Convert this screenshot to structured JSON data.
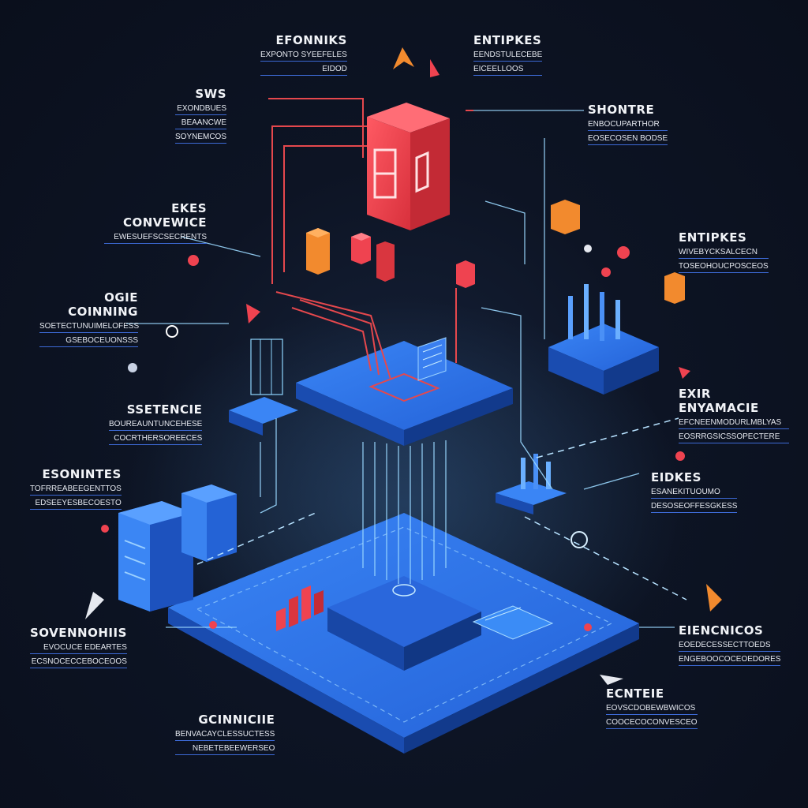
{
  "labels": [
    {
      "title": "EFONNIKS",
      "lines": [
        "EXPONTO SYEEFELES",
        "EIDOD"
      ]
    },
    {
      "title": "ENTIPKES",
      "lines": [
        "EENDSTULECEBE",
        "EICEELLOOS"
      ]
    },
    {
      "title": "SWS",
      "lines": [
        "EXONDBUES",
        "BEAANCWE",
        "SOYNEMCOS"
      ]
    },
    {
      "title": "SHONTRE",
      "lines": [
        "ENBOCUPARTHOR",
        "EOSECOSEN BODSE"
      ]
    },
    {
      "title": "EKES CONVEWICE",
      "lines": [
        "EWESUEFSCSECRENTS"
      ]
    },
    {
      "title": "ENTIPKES",
      "lines": [
        "WIVEBYCKSALCECN",
        "TOSEOHOUCPOSCEOS"
      ]
    },
    {
      "title": "OGIE COINNING",
      "lines": [
        "SOETECTUNUIMELOFESS",
        "GSEBOCEUONSSS"
      ]
    },
    {
      "title": "SSETENCIE",
      "lines": [
        "BOUREAUNTUNCEHESE",
        "COCRTHERSOREECES"
      ]
    },
    {
      "title": "EXIR ENYAMACIE",
      "lines": [
        "EFCNEENMODURLMBLYAS",
        "EOSRRGSICSSOPECTERE"
      ]
    },
    {
      "title": "ESONINTES",
      "lines": [
        "TOFRREABEEGENTTOS",
        "EDSEEYESBECOESTO"
      ]
    },
    {
      "title": "EIDKES",
      "lines": [
        "ESANEKITUOUMO",
        "DESOSEOFFESGKESS"
      ]
    },
    {
      "title": "SOVENNOHIIS",
      "lines": [
        "EVOCUCE EDEARTES",
        "ECSNOCECCEBOCEOOS"
      ]
    },
    {
      "title": "EIENCNICOS",
      "lines": [
        "EOEDECESSECTTOEDS",
        "ENGEBOOCOCEOEDORES"
      ]
    },
    {
      "title": "ECNTEIE",
      "lines": [
        "EOVSCDOBEWBWICOS",
        "COOCECOCONVESCEO"
      ]
    },
    {
      "title": "GCINNICIIE",
      "lines": [
        "BENVACAYCLESSUCTESS",
        "NEBETEBEEWERSEO"
      ]
    }
  ],
  "colors": {
    "background": "#0b1120",
    "platform_top": "#2f73e8",
    "platform_side": "#1b4fb8",
    "platform_dark": "#123a8c",
    "accent_red": "#ef4350",
    "accent_orange": "#f28a2e",
    "line_cyan": "#8fd6ff",
    "line_red": "#e5484d",
    "text": "#f2f4f8",
    "underline": "#3d6ad6"
  },
  "icons": [
    "server-rack-icon",
    "bar-chart-icon",
    "cube-icon",
    "arrow-icon",
    "node-icon"
  ]
}
